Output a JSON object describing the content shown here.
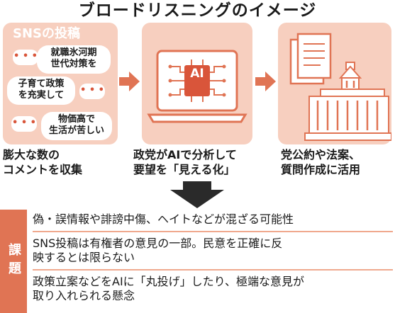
{
  "title": "ブロードリスニングのイメージ",
  "sns_panel": {
    "heading": "SNSの投稿",
    "posts": [
      "就職氷河期\n世代対策を",
      "子育て政策\nを充実して",
      "物価高で\n生活が苦しい"
    ],
    "dots": "• • •"
  },
  "ai_chip_label": "AI",
  "captions": {
    "step1": "膨大な数の\nコメントを収集",
    "step2": "政党がAIで分析して\n要望を「見える化」",
    "step3": "党公約や法案、\n質問作成に活用"
  },
  "issues": {
    "label": "課題",
    "items": [
      "偽・誤情報や誹謗中傷、ヘイトなどが混ざる可能性",
      "SNS投稿は有権者の意見の一部。民意を正確に反\n映するとは限らない",
      "政策立案などをAIに「丸投げ」したり、極端な意見が\n取り入れられる懸念"
    ]
  },
  "colors": {
    "accent": "#e07454",
    "panel": "#f7cfbf",
    "dark": "#2a2a2a"
  }
}
